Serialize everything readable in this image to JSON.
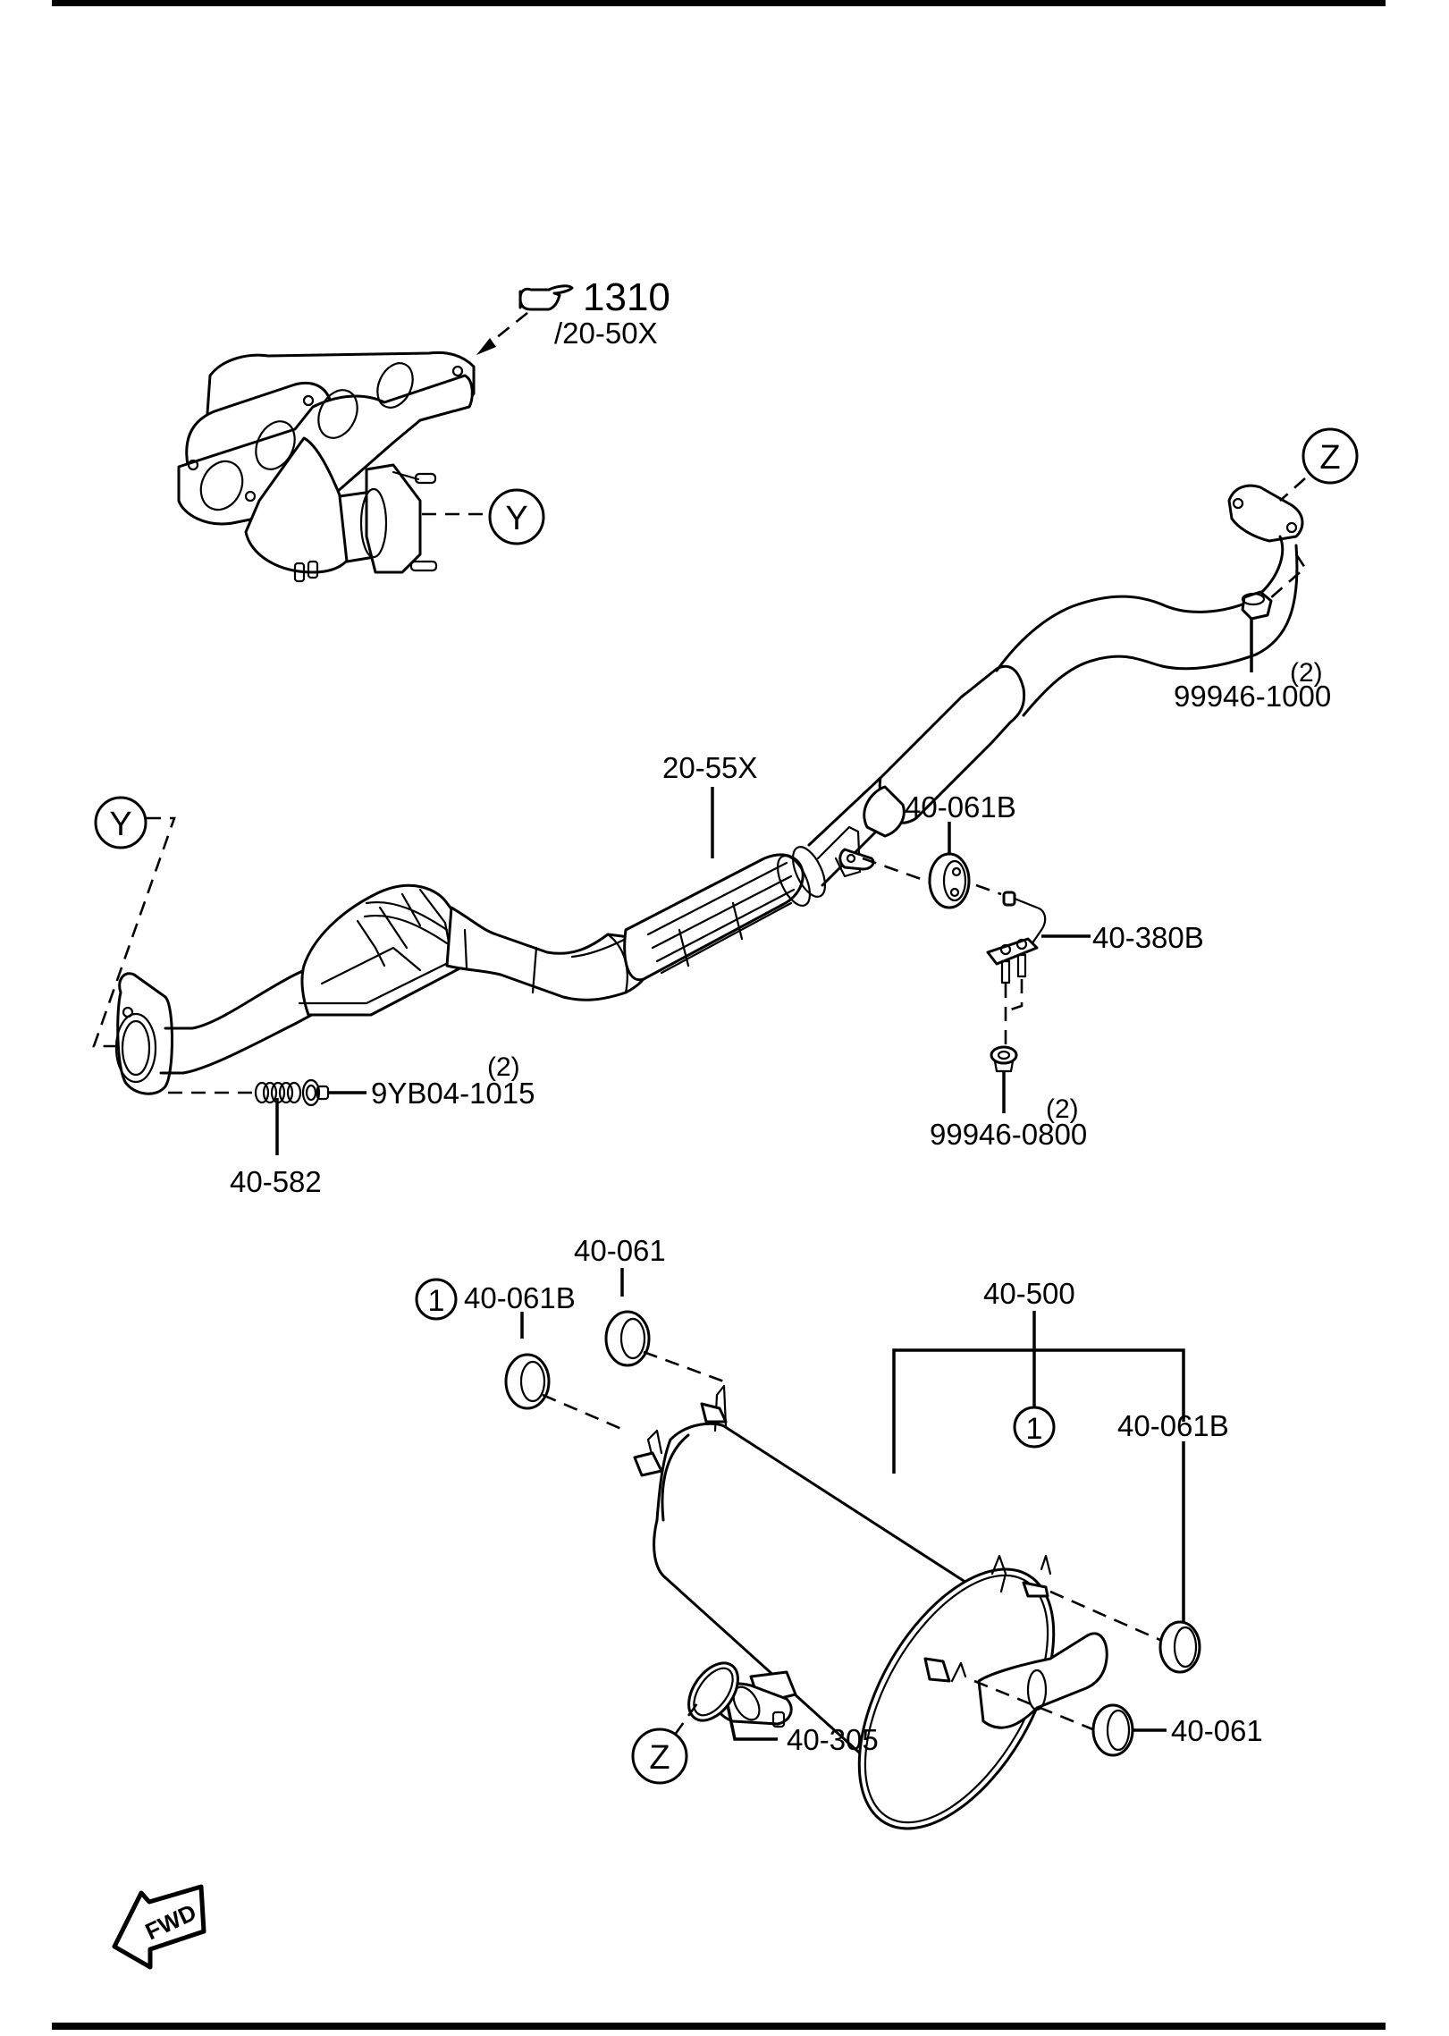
{
  "diagram": {
    "title": "Exhaust System",
    "reference": {
      "pointer_icon": "pointing-hand-icon",
      "page": "1310",
      "sub": "/20-50X"
    },
    "ref_markers": {
      "Y": "Y",
      "Z": "Z",
      "one": "1"
    },
    "parts": {
      "p_99946_1000": {
        "number": "99946-1000",
        "qty": "(2)"
      },
      "p_20_55X": {
        "number": "20-55X"
      },
      "p_40_061B_upper": {
        "number": "40-061B"
      },
      "p_40_380B": {
        "number": "40-380B"
      },
      "p_99946_0800": {
        "number": "99946-0800",
        "qty": "(2)"
      },
      "p_9YB04_1015": {
        "number": "9YB04-1015",
        "qty": "(2)"
      },
      "p_40_582": {
        "number": "40-582"
      },
      "p_40_061": {
        "number": "40-061"
      },
      "p_40_061B_left": {
        "number": "40-061B"
      },
      "p_40_500": {
        "number": "40-500"
      },
      "p_40_061B_right": {
        "number": "40-061B"
      },
      "p_40_061_lower": {
        "number": "40-061"
      },
      "p_40_305": {
        "number": "40-305"
      }
    },
    "fwd_indicator": "FWD"
  }
}
